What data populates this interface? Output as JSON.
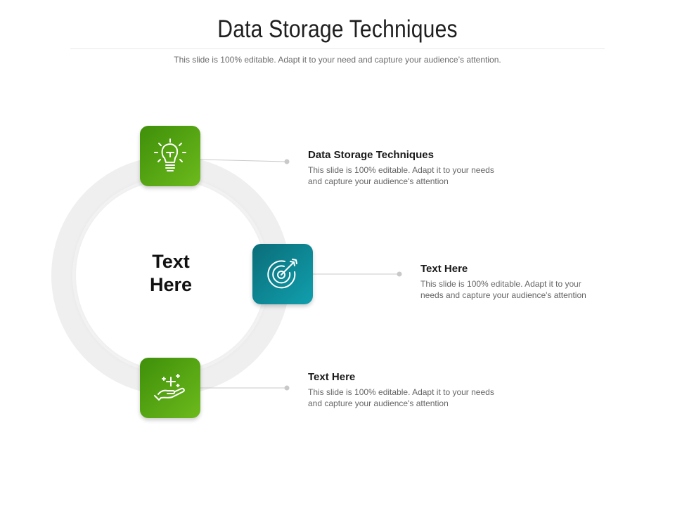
{
  "header": {
    "title": "Data Storage Techniques",
    "subtitle": "This slide is 100% editable. Adapt it to your need and capture your audience’s attention."
  },
  "center": {
    "line1": "Text",
    "line2": "Here"
  },
  "items": [
    {
      "heading": "Data Storage Techniques",
      "body_line1": "This slide is 100% editable. Adapt it to your needs",
      "body_line2": "and capture your audience's attention",
      "icon": "lightbulb-icon",
      "color": "#4f9f12"
    },
    {
      "heading": "Text Here",
      "body_line1": "This slide is 100% editable. Adapt it to your",
      "body_line2": "needs and capture your audience's attention",
      "icon": "target-icon",
      "color": "#0e8794"
    },
    {
      "heading": "Text Here",
      "body_line1": "This slide is 100% editable. Adapt it to your needs",
      "body_line2": "and capture your audience's attention",
      "icon": "hand-sparkle-icon",
      "color": "#4f9f12"
    }
  ]
}
